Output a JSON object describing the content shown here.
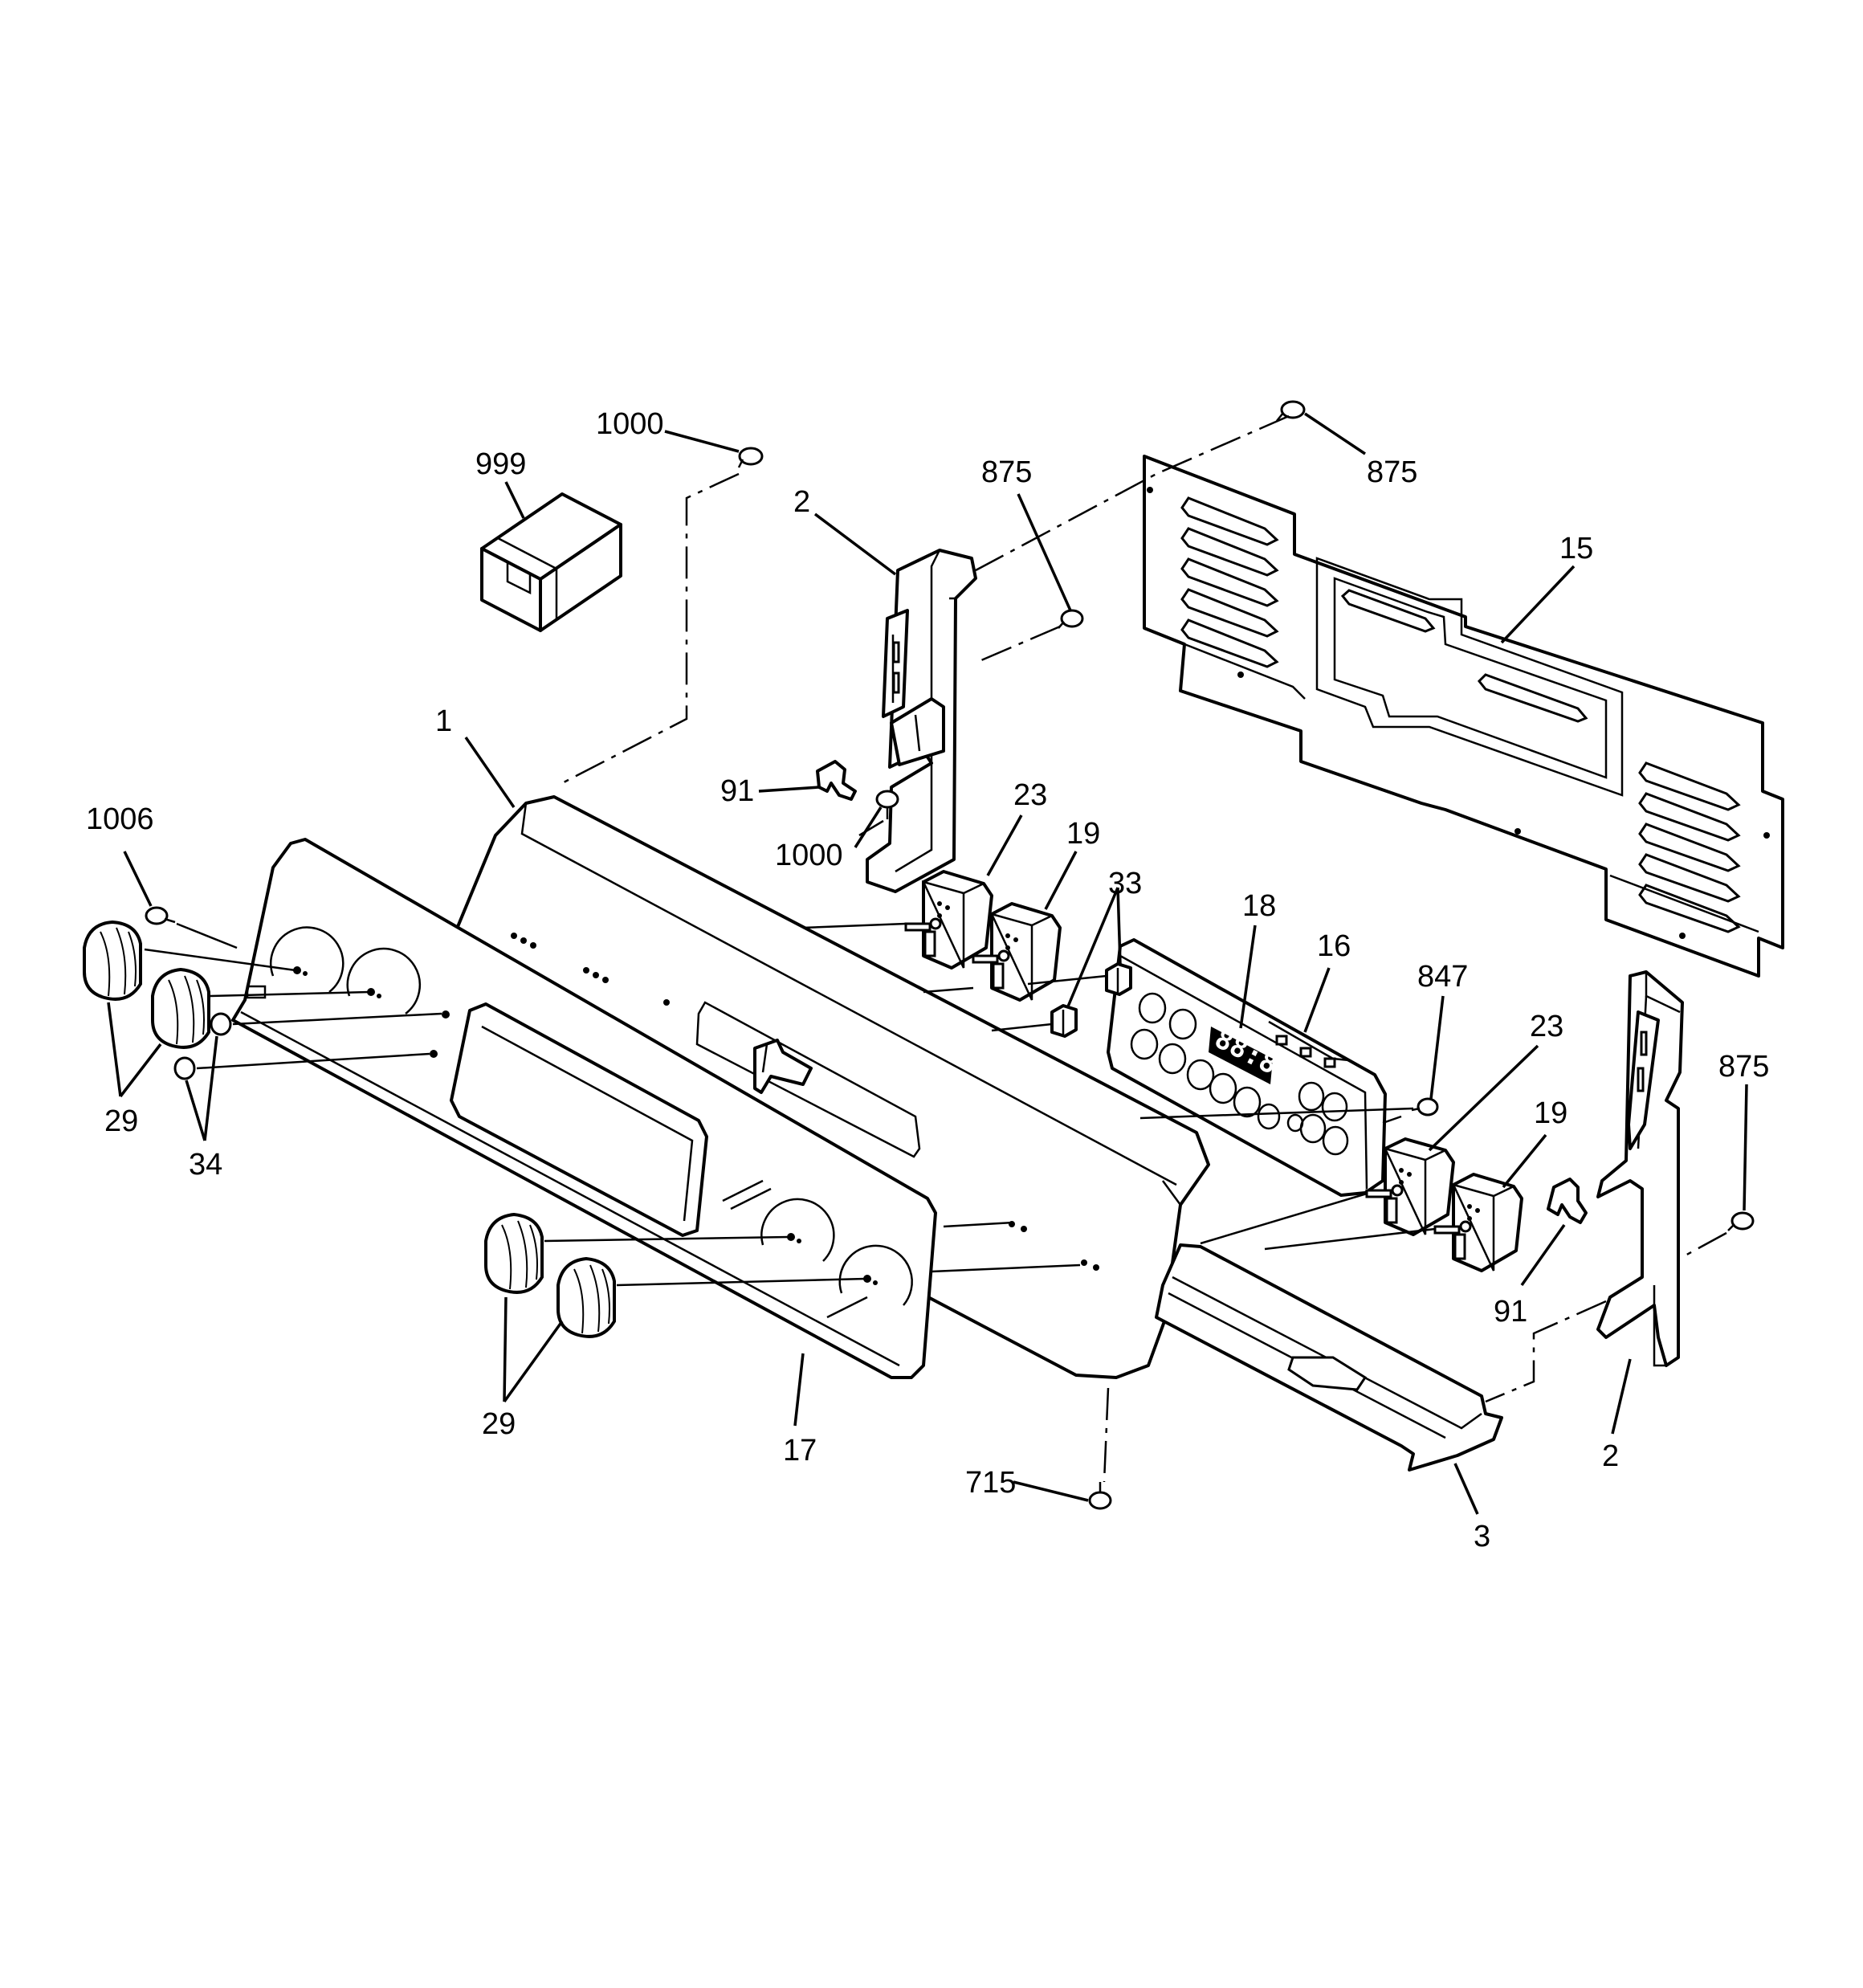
{
  "diagram": {
    "callouts": {
      "c_1000_top": "1000",
      "c_999": "999",
      "c_875_bracket": "875",
      "c_875_top": "875",
      "c_2_left": "2",
      "c_15": "15",
      "c_1": "1",
      "c_91_left": "91",
      "c_1000_mid": "1000",
      "c_1006": "1006",
      "c_23_left": "23",
      "c_19_left": "19",
      "c_33": "33",
      "c_18": "18",
      "c_16": "16",
      "c_847": "847",
      "c_23_right": "23",
      "c_19_right": "19",
      "c_875_right": "875",
      "c_29_left": "29",
      "c_34": "34",
      "c_29_bottom": "29",
      "c_17": "17",
      "c_715": "715",
      "c_3": "3",
      "c_91_right": "91",
      "c_2_right": "2"
    },
    "control_panel": {
      "display_digits": "88:88"
    },
    "line_color": "#000000",
    "background": "#ffffff"
  }
}
